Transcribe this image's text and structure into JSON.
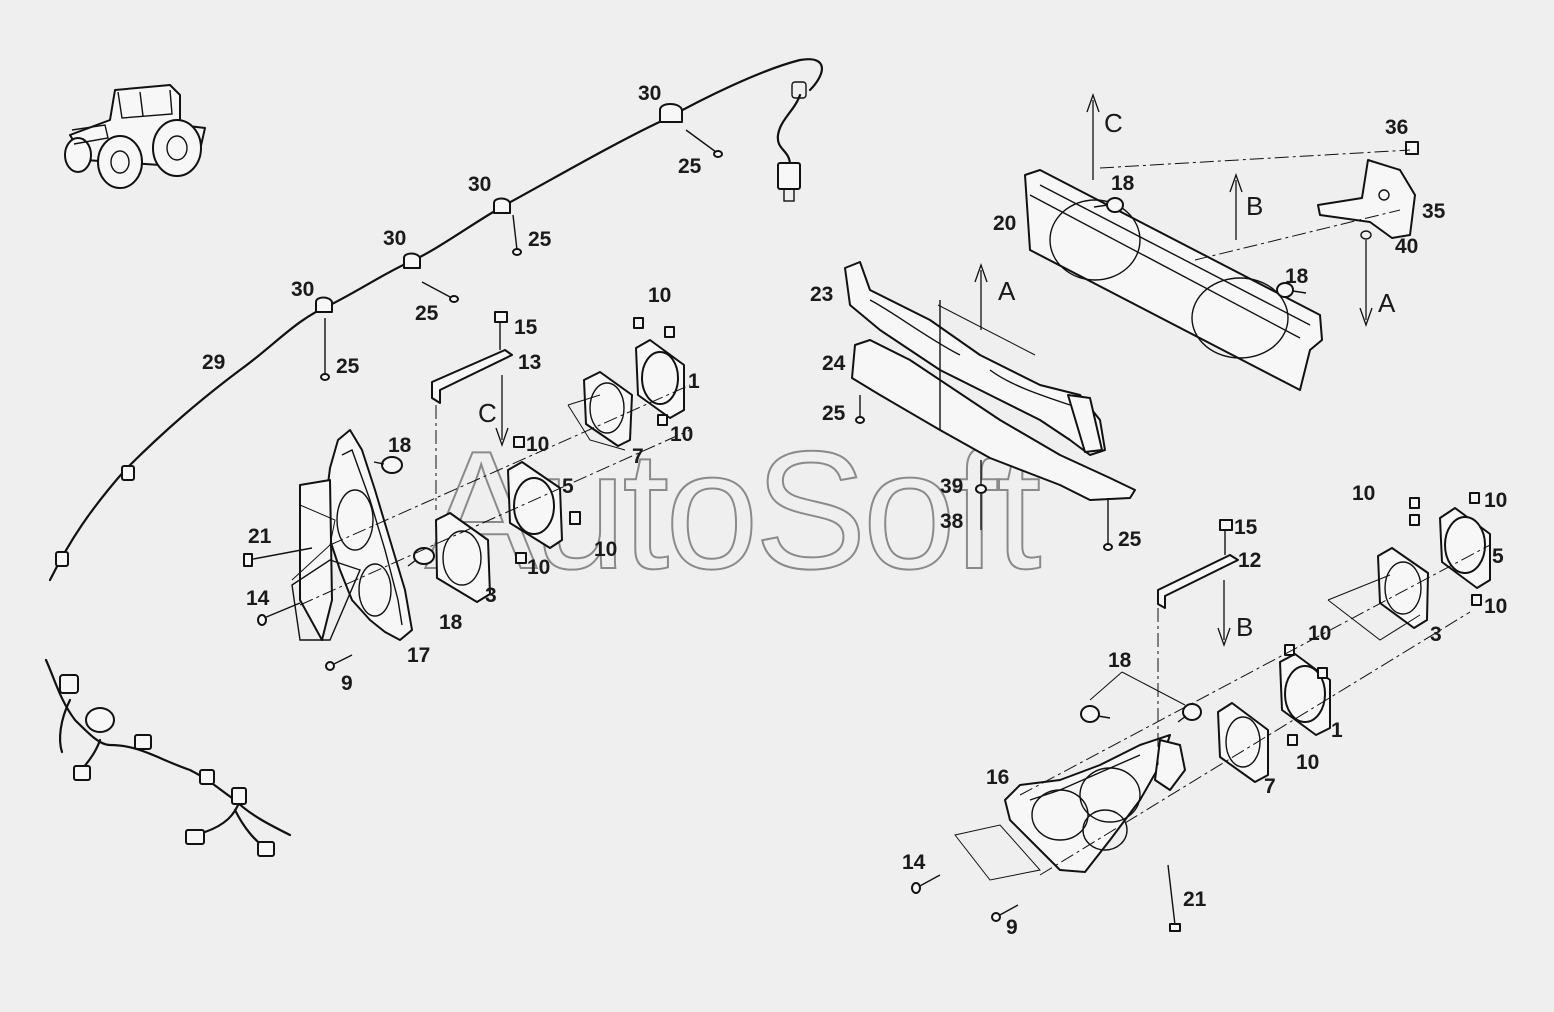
{
  "watermark": "AutoSoft",
  "callouts": [
    {
      "id": "c30a",
      "text": "30"
    },
    {
      "id": "c25a",
      "text": "25"
    },
    {
      "id": "c30b",
      "text": "30"
    },
    {
      "id": "c25b",
      "text": "25"
    },
    {
      "id": "c30c",
      "text": "30"
    },
    {
      "id": "c25c",
      "text": "25"
    },
    {
      "id": "c30d",
      "text": "30"
    },
    {
      "id": "c25d",
      "text": "25"
    },
    {
      "id": "c29",
      "text": "29"
    },
    {
      "id": "c10a",
      "text": "10"
    },
    {
      "id": "c15a",
      "text": "15"
    },
    {
      "id": "c13",
      "text": "13"
    },
    {
      "id": "c1a",
      "text": "1"
    },
    {
      "id": "c10b",
      "text": "10"
    },
    {
      "id": "c7a",
      "text": "7"
    },
    {
      "id": "c10c",
      "text": "10"
    },
    {
      "id": "c5a",
      "text": "5"
    },
    {
      "id": "c10d",
      "text": "10"
    },
    {
      "id": "c10e",
      "text": "10"
    },
    {
      "id": "c18a",
      "text": "18"
    },
    {
      "id": "c21a",
      "text": "21"
    },
    {
      "id": "c14a",
      "text": "14"
    },
    {
      "id": "c18b",
      "text": "18"
    },
    {
      "id": "c3a",
      "text": "3"
    },
    {
      "id": "c17",
      "text": "17"
    },
    {
      "id": "c9a",
      "text": "9"
    },
    {
      "id": "c36",
      "text": "36"
    },
    {
      "id": "c18c",
      "text": "18"
    },
    {
      "id": "c20",
      "text": "20"
    },
    {
      "id": "c35",
      "text": "35"
    },
    {
      "id": "c40",
      "text": "40"
    },
    {
      "id": "c18d",
      "text": "18"
    },
    {
      "id": "c23",
      "text": "23"
    },
    {
      "id": "c24",
      "text": "24"
    },
    {
      "id": "c25e",
      "text": "25"
    },
    {
      "id": "c39",
      "text": "39"
    },
    {
      "id": "c38",
      "text": "38"
    },
    {
      "id": "c25f",
      "text": "25"
    },
    {
      "id": "c15b",
      "text": "15"
    },
    {
      "id": "c12",
      "text": "12"
    },
    {
      "id": "c10f",
      "text": "10"
    },
    {
      "id": "c10g",
      "text": "10"
    },
    {
      "id": "c5b",
      "text": "5"
    },
    {
      "id": "c10h",
      "text": "10"
    },
    {
      "id": "c3b",
      "text": "3"
    },
    {
      "id": "c10i",
      "text": "10"
    },
    {
      "id": "c18e",
      "text": "18"
    },
    {
      "id": "c1b",
      "text": "1"
    },
    {
      "id": "c10j",
      "text": "10"
    },
    {
      "id": "c7b",
      "text": "7"
    },
    {
      "id": "c16",
      "text": "16"
    },
    {
      "id": "c14b",
      "text": "14"
    },
    {
      "id": "c21b",
      "text": "21"
    },
    {
      "id": "c9b",
      "text": "9"
    }
  ],
  "section_arrows": [
    {
      "id": "arrC1",
      "text": "C"
    },
    {
      "id": "arrB1",
      "text": "B"
    },
    {
      "id": "arrA1",
      "text": "A"
    },
    {
      "id": "arrA2",
      "text": "A"
    },
    {
      "id": "arrC2",
      "text": "C"
    },
    {
      "id": "arrB2",
      "text": "B"
    }
  ]
}
